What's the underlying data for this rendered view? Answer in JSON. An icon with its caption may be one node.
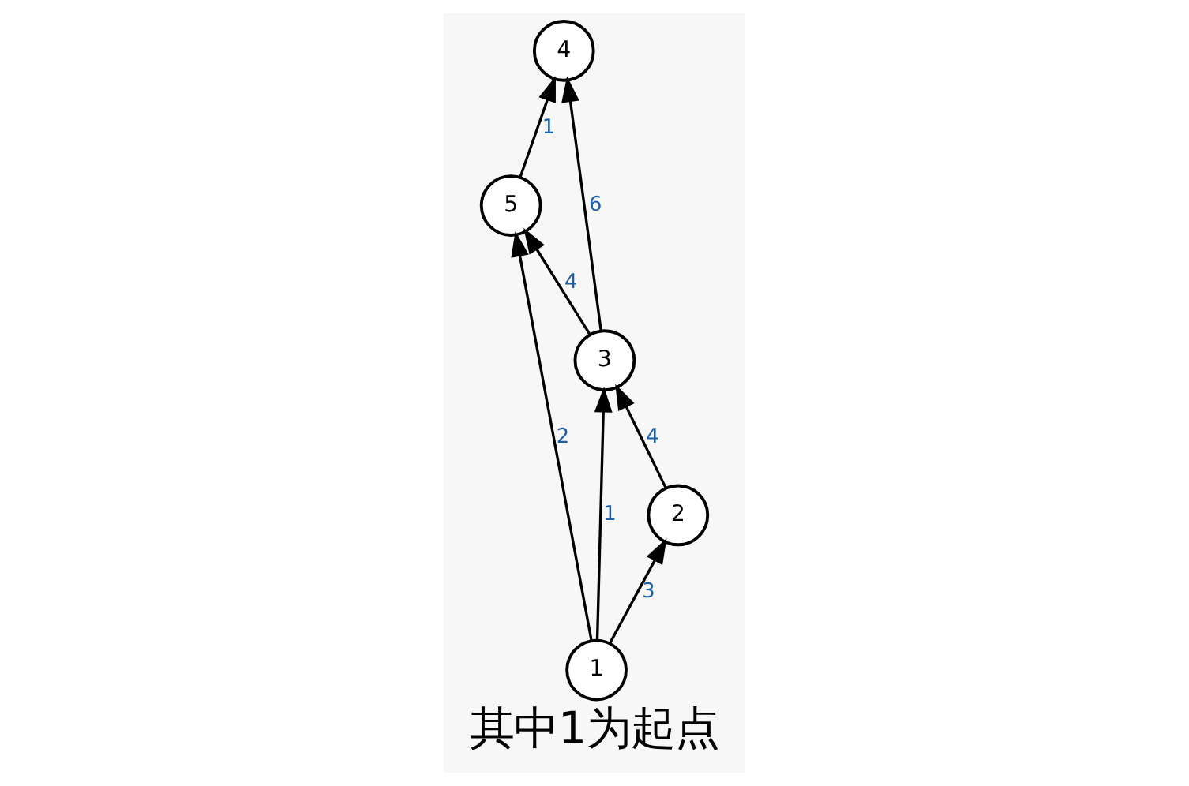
{
  "diagram": {
    "caption": "其中1为起点",
    "nodes": [
      {
        "text": [
          "4"
        ]
      },
      {
        "text": [
          "5"
        ]
      },
      {
        "text": [
          "3"
        ]
      },
      {
        "text": [
          "1"
        ]
      },
      {
        "text": [
          "2"
        ]
      }
    ],
    "edges": [
      {
        "from": 3,
        "to": 1,
        "arrow": "to",
        "label": "2"
      },
      {
        "from": 3,
        "to": 2,
        "arrow": "to",
        "label": "1"
      },
      {
        "from": 3,
        "to": 4,
        "arrow": "to",
        "label": "3"
      },
      {
        "from": 4,
        "to": 2,
        "arrow": "to",
        "label": "4"
      },
      {
        "from": 2,
        "to": 1,
        "arrow": "to",
        "label": "4"
      },
      {
        "from": 2,
        "to": 0,
        "arrow": "to",
        "label": "6"
      },
      {
        "from": 1,
        "to": 0,
        "arrow": "to",
        "label": "1"
      }
    ]
  }
}
